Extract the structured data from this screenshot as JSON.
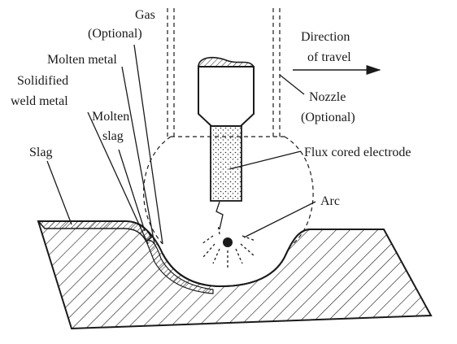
{
  "labels": {
    "gas": "Gas",
    "gas_optional": "(Optional)",
    "molten_metal": "Molten metal",
    "solidified_1": "Solidified",
    "solidified_2": "weld metal",
    "molten_slag_1": "Molten",
    "molten_slag_2": "slag",
    "slag": "Slag",
    "direction_1": "Direction",
    "direction_2": "of travel",
    "nozzle": "Nozzle",
    "nozzle_optional": "(Optional)",
    "flux_cored_electrode": "Flux cored electrode",
    "arc": "Arc"
  }
}
